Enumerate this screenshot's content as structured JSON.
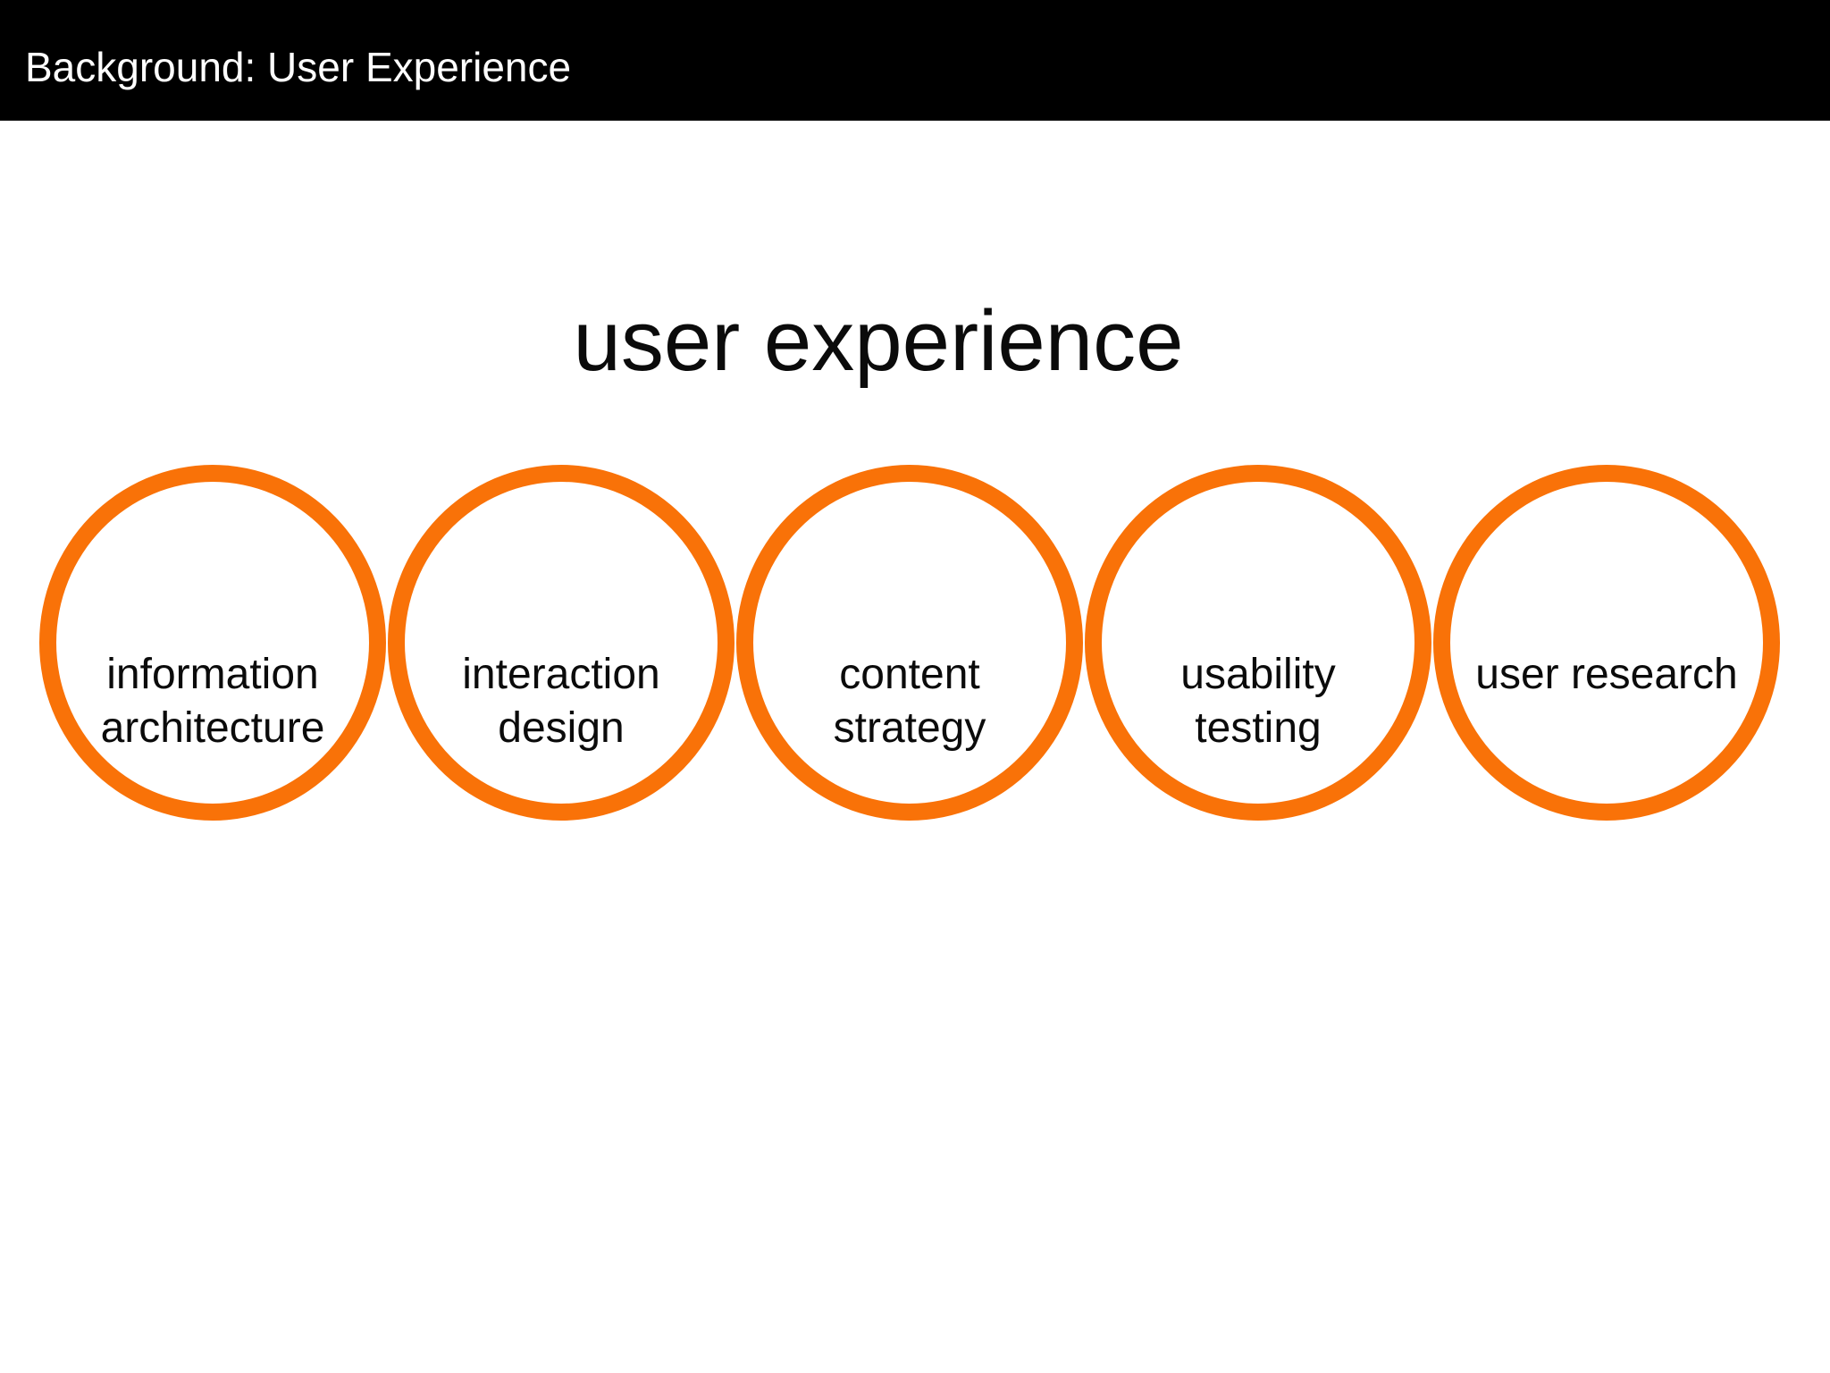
{
  "header": {
    "title": "Background: User Experience"
  },
  "main": {
    "title": "user experience",
    "circles": [
      {
        "label": "information architecture",
        "line1": "information",
        "line2": "architecture"
      },
      {
        "label": "interaction design",
        "line1": "interaction",
        "line2": "design"
      },
      {
        "label": "content strategy",
        "line1": "content",
        "line2": "strategy"
      },
      {
        "label": "usability testing",
        "line1": "usability",
        "line2": "testing"
      },
      {
        "label": "user research",
        "line1": "user research",
        "line2": ""
      }
    ]
  },
  "colors": {
    "header_background": "#000000",
    "header_text": "#FFFFFF",
    "circle_stroke": "#F97208",
    "body_text": "#0B0B0B",
    "slide_background": "#FFFFFF"
  }
}
